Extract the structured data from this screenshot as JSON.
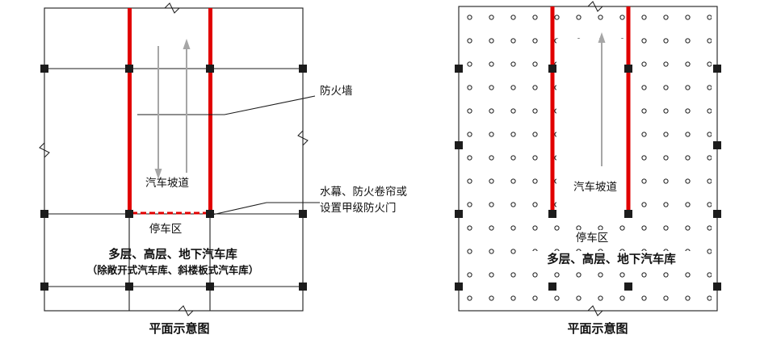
{
  "colors": {
    "firewall_red": "#e10000",
    "ink": "#1c1c1c",
    "arrow_gray": "#a6a6a6"
  },
  "left": {
    "caption": "平面示意图",
    "ramp_label": "汽车坡道",
    "parking_label": "停车区",
    "garage_label": "多层、高层、地下汽车库",
    "garage_note": "（除敞开式汽车库、斜楼板式汽车库）"
  },
  "callouts": {
    "firewall": "防火墙",
    "shutter_line1": "水幕、防火卷帘或",
    "shutter_line2": "设置甲级防火门"
  },
  "right": {
    "caption": "平面示意图",
    "ramp_label": "汽车坡道",
    "parking_label": "停车区",
    "garage_label": "多层、高层、地下汽车库"
  }
}
